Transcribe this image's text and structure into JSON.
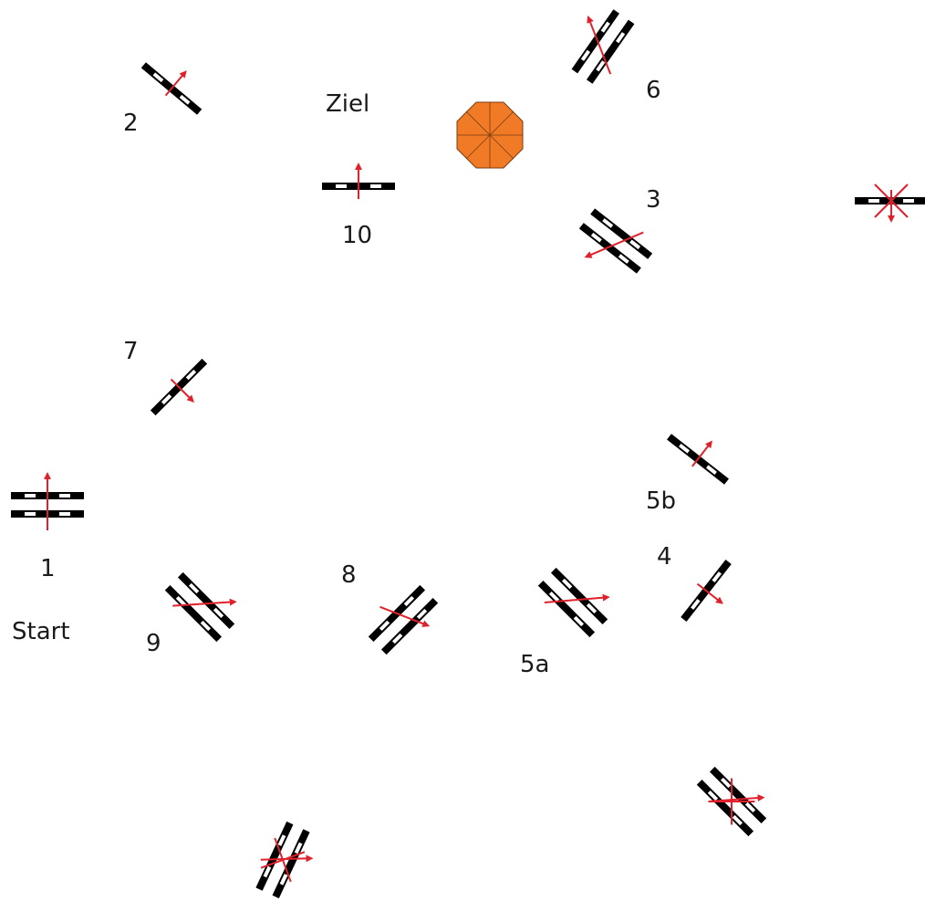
{
  "labels": {
    "start": "Start",
    "ziel": "Ziel",
    "o1": "1",
    "o2": "2",
    "o3": "3",
    "o4": "4",
    "o5a": "5a",
    "o5b": "5b",
    "o6": "6",
    "o7": "7",
    "o8": "8",
    "o9": "9",
    "o10": "10"
  },
  "colors": {
    "bar": "#000000",
    "arrow": "#e0202a",
    "octagon_fill": "#f07a25",
    "octagon_stroke": "#7a3d10"
  }
}
